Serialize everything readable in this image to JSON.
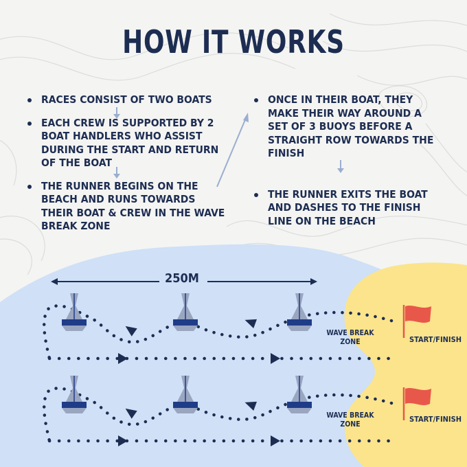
{
  "title": "HOW IT WORKS",
  "steps_left": [
    "Races consist of two boats",
    "Each crew is supported by 2 boat handlers who assist during the start and return of the boat",
    "The runner begins on the beach and runs towards their boat & crew in the wave break zone"
  ],
  "steps_right": [
    "Once in their boat, they make their way around a set of 3 buoys before a straight row towards the finish",
    "The runner exits the boat and dashes to the finish line on the beach"
  ],
  "course": {
    "distance": "250M",
    "lanes": [
      {
        "zone": "WAVE BREAK ZONE",
        "finish": "START/FINISH"
      },
      {
        "zone": "WAVE BREAK ZONE",
        "finish": "START/FINISH"
      }
    ]
  },
  "colors": {
    "navy": "#1d2d52",
    "water": "#cfe0f7",
    "sand": "#fbe48c",
    "flag": "#e8584a",
    "buoy": "#9aa6c0",
    "buoy_band": "#1f3c88",
    "arrow": "#9aaed0"
  }
}
